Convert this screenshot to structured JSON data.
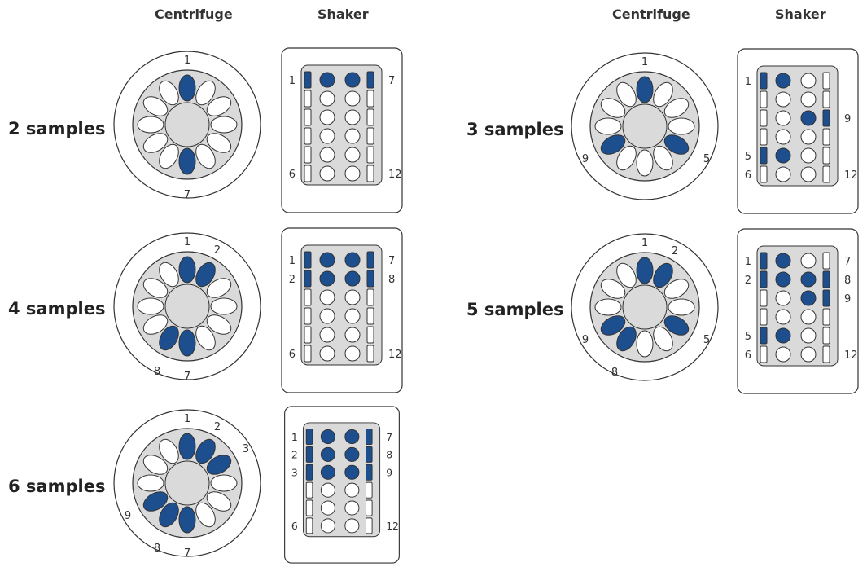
{
  "colors": {
    "filled": "#1d4f8e",
    "outline": "#333333",
    "plate": "#dadada",
    "white": "#ffffff"
  },
  "headers": {
    "left_centrifuge": "Centrifuge",
    "left_shaker": "Shaker",
    "right_centrifuge": "Centrifuge",
    "right_shaker": "Shaker"
  },
  "panels": [
    {
      "id": "p2",
      "label": "2 samples",
      "filled": [
        1,
        7
      ],
      "rotor_numbers": [
        "1",
        "7"
      ],
      "shaker_numbers": [
        "1",
        "6",
        "7",
        "12"
      ]
    },
    {
      "id": "p3",
      "label": "3 samples",
      "filled": [
        1,
        5,
        9
      ],
      "rotor_numbers": [
        "1",
        "5",
        "9"
      ],
      "shaker_numbers": [
        "1",
        "5",
        "6",
        "9",
        "12"
      ]
    },
    {
      "id": "p4",
      "label": "4 samples",
      "filled": [
        1,
        2,
        7,
        8
      ],
      "rotor_numbers": [
        "1",
        "2",
        "7",
        "8"
      ],
      "shaker_numbers": [
        "1",
        "2",
        "6",
        "7",
        "8",
        "12"
      ]
    },
    {
      "id": "p5",
      "label": "5 samples",
      "filled": [
        1,
        2,
        5,
        8,
        9
      ],
      "rotor_numbers": [
        "1",
        "2",
        "5",
        "8",
        "9"
      ],
      "shaker_numbers": [
        "1",
        "2",
        "5",
        "6",
        "7",
        "8",
        "9",
        "12"
      ]
    },
    {
      "id": "p6",
      "label": "6 samples",
      "filled": [
        1,
        2,
        3,
        7,
        8,
        9
      ],
      "rotor_numbers": [
        "1",
        "2",
        "3",
        "7",
        "8",
        "9"
      ],
      "shaker_numbers": [
        "1",
        "2",
        "3",
        "6",
        "7",
        "8",
        "9",
        "12"
      ]
    }
  ]
}
